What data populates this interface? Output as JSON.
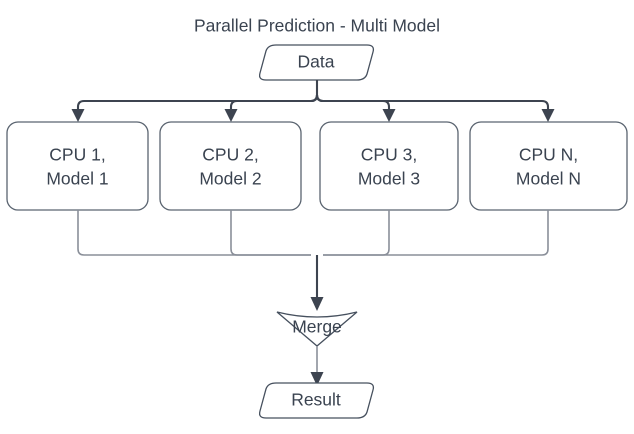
{
  "diagram": {
    "title": "Parallel Prediction - Multi Model",
    "colors": {
      "text": "#3a4350",
      "stroke_dark": "#3d4450",
      "stroke_light": "#8a8f99",
      "node_border": "#46505e",
      "background": "#ffffff"
    },
    "source_node": {
      "label": "Data",
      "shape": "rounded-parallelogram"
    },
    "process_nodes": [
      {
        "line1": "CPU 1,",
        "line2": "Model 1",
        "shape": "rounded-rectangle"
      },
      {
        "line1": "CPU 2,",
        "line2": "Model 2",
        "shape": "rounded-rectangle"
      },
      {
        "line1": "CPU 3,",
        "line2": "Model 3",
        "shape": "rounded-rectangle"
      },
      {
        "line1": "CPU N,",
        "line2": "Model N",
        "shape": "rounded-rectangle"
      }
    ],
    "merge_node": {
      "label": "Merge",
      "shape": "inverted-triangle"
    },
    "result_node": {
      "label": "Result",
      "shape": "rounded-parallelogram"
    }
  }
}
